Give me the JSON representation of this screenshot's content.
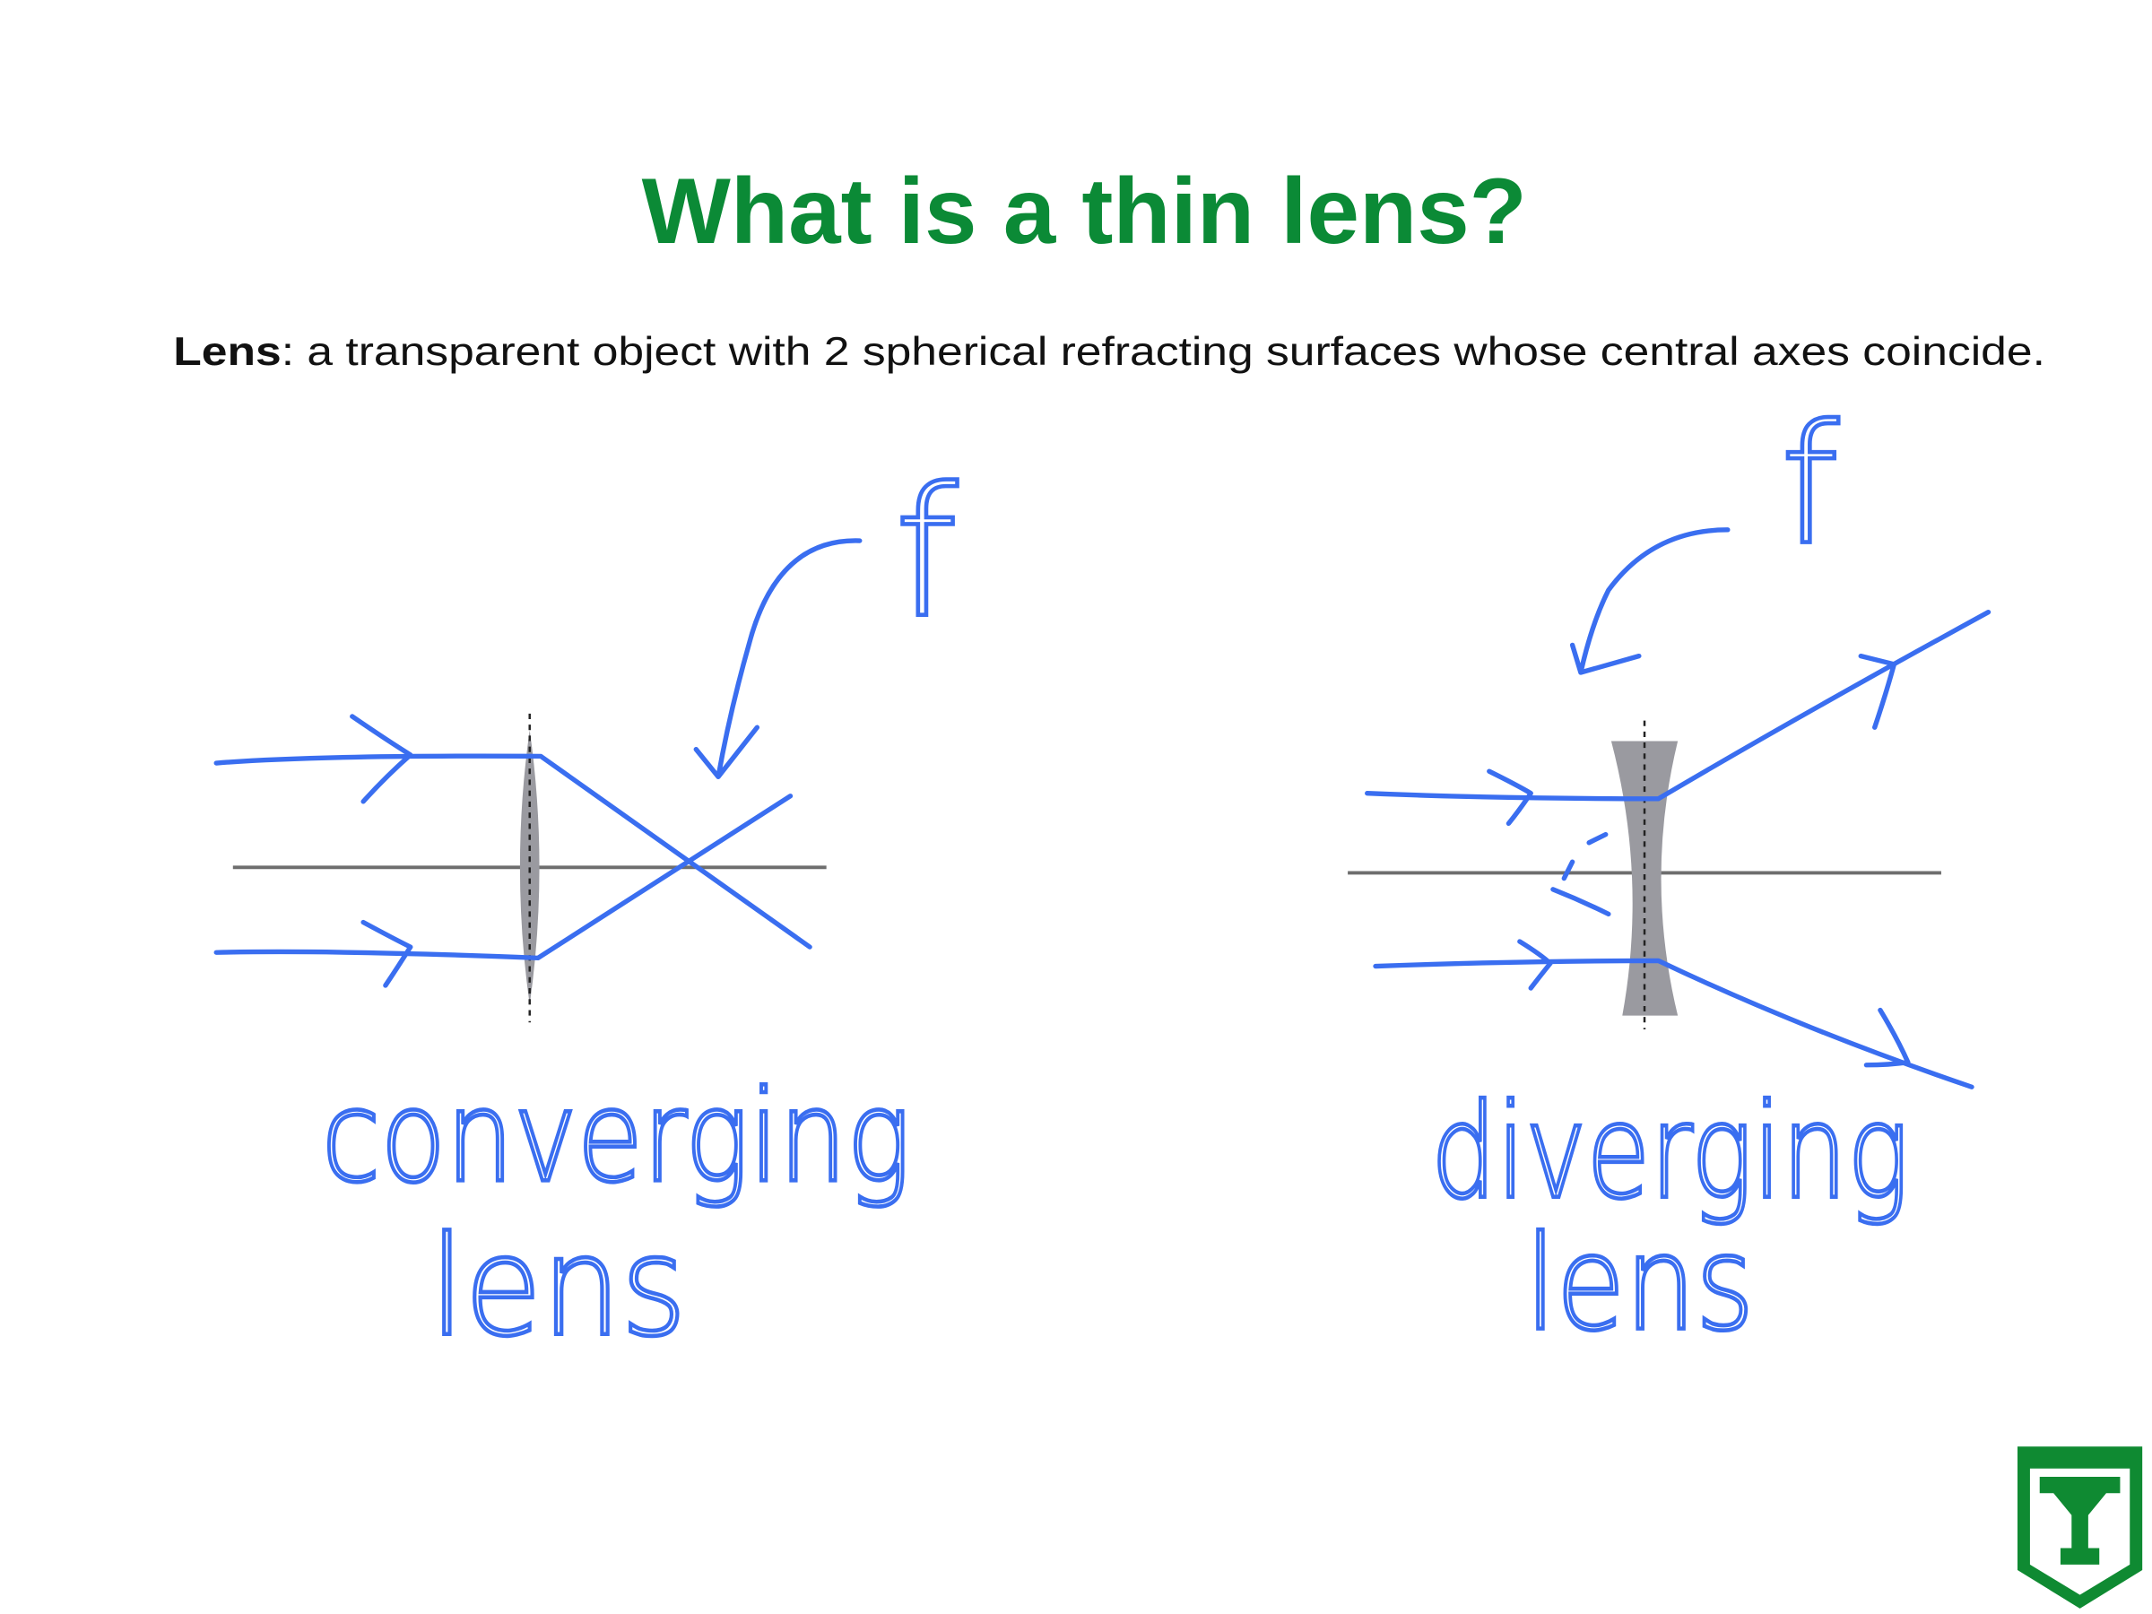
{
  "slide": {
    "title": "What is a thin lens?",
    "definition_term": "Lens",
    "definition_text": ": a transparent object with 2 spherical refracting surfaces whose central axes coincide."
  },
  "converging": {
    "focal_label": "f",
    "label_line1": "converging",
    "label_line2": "lens"
  },
  "diverging": {
    "focal_label": "f",
    "label_line1": "diverging",
    "label_line2": "lens"
  },
  "logo": {
    "letter": "Y",
    "color": "#0f8a32"
  },
  "colors": {
    "title": "#0b8a36",
    "ink": "#3a6ef0",
    "lens": "#9a9aa0"
  }
}
